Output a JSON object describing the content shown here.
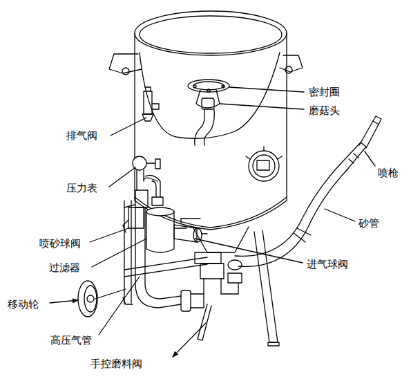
{
  "diagram": {
    "labels": [
      "密封圈",
      "磨菇头",
      "排气阀",
      "喷枪",
      "压力表",
      "砂管",
      "喷砂球阀",
      "过滤器",
      "进气球阀",
      "移动轮",
      "高压气管",
      "手控磨料阀"
    ]
  }
}
